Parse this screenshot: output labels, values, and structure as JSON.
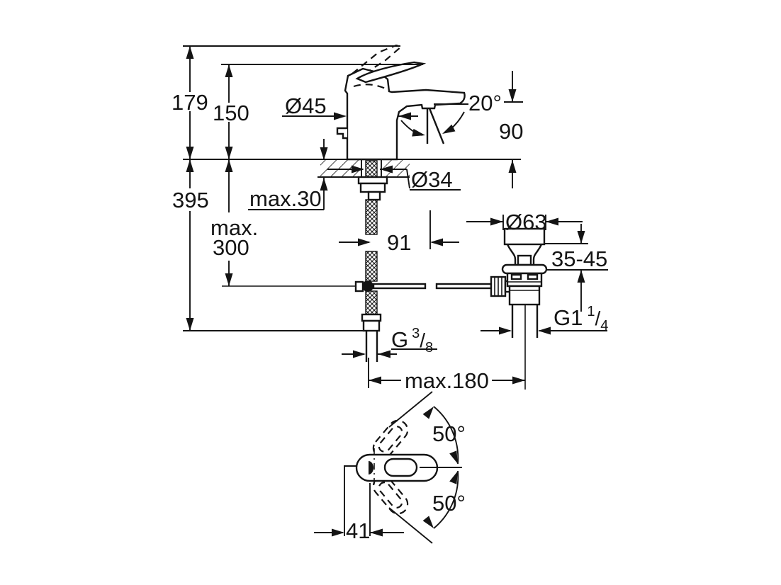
{
  "drawing": {
    "description": "Basin mixer tap technical dimension drawing, side view with mounting shank, flexible hose, pop-up waste set and top view with handle swivel range",
    "background_color": "#ffffff",
    "line_color": "#141414",
    "labels": {
      "height_total": "179",
      "height_to_lever": "150",
      "body_diameter": "Ø45",
      "spray_angle": "20°",
      "spout_height": "90",
      "depth_total": "395",
      "deck_thickness_max": "max.30",
      "hole_diameter": "Ø34",
      "hose_reach_line1": "max.",
      "hose_reach_line2": "300",
      "spout_projection": "91",
      "waste_flange_diameter": "Ø63",
      "waste_deck_range": "35-45",
      "waste_thread_prefix": "G1",
      "waste_thread_numerator": "1",
      "waste_thread_slash": "/",
      "waste_thread_denominator": "4",
      "supply_thread_prefix": "G",
      "supply_thread_numerator": "3",
      "supply_thread_slash": "/",
      "supply_thread_denominator": "8",
      "waste_distance_max": "max.180",
      "handle_swivel_up": "50°",
      "handle_swivel_down": "50°",
      "outlet_offset": "41"
    }
  }
}
